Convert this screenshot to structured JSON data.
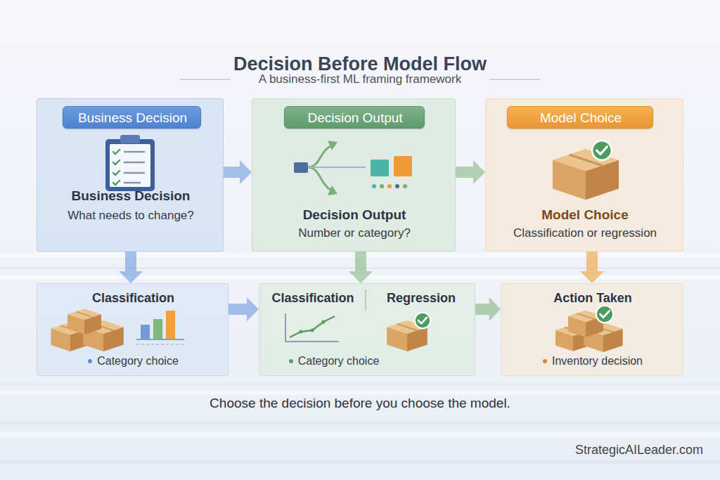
{
  "diagram": {
    "title": "Decision Before Model Flow",
    "caption": "Choose the decision before you choose the model.",
    "nodes": [
      {
        "text": [
          "Business Decision",
          "What needs to change?"
        ]
      },
      {
        "text": [
          "Business Decision"
        ],
        "in": 0
      },
      {
        "text": [
          "Decision Output",
          "Number or category?"
        ]
      },
      {
        "text": [
          "Decision Output"
        ],
        "in": 2
      },
      {
        "text": [
          "Model Choice",
          "Classification or regression"
        ]
      },
      {
        "text": [
          "Model Choice"
        ],
        "in": 4
      },
      {
        "text": [
          "Classification",
          "Category choice"
        ]
      },
      {
        "text": [
          "Classification",
          "Regression",
          "Category choice"
        ]
      },
      {
        "text": [
          "Action Taken",
          "Inventory decision"
        ]
      }
    ],
    "edges": [
      {
        "from": 0,
        "to": 2,
        "arrow": "to"
      },
      {
        "from": 2,
        "to": 4,
        "arrow": "to"
      },
      {
        "from": 0,
        "to": 6,
        "arrow": "to"
      },
      {
        "from": 2,
        "to": 7,
        "arrow": "to"
      },
      {
        "from": 4,
        "to": 8,
        "arrow": "to"
      },
      {
        "from": 6,
        "to": 7,
        "arrow": "to"
      },
      {
        "from": 7,
        "to": 8,
        "arrow": "to"
      }
    ],
    "labels": [
      "A business-first ML framing framework",
      "StrategicAILeader.com"
    ]
  }
}
